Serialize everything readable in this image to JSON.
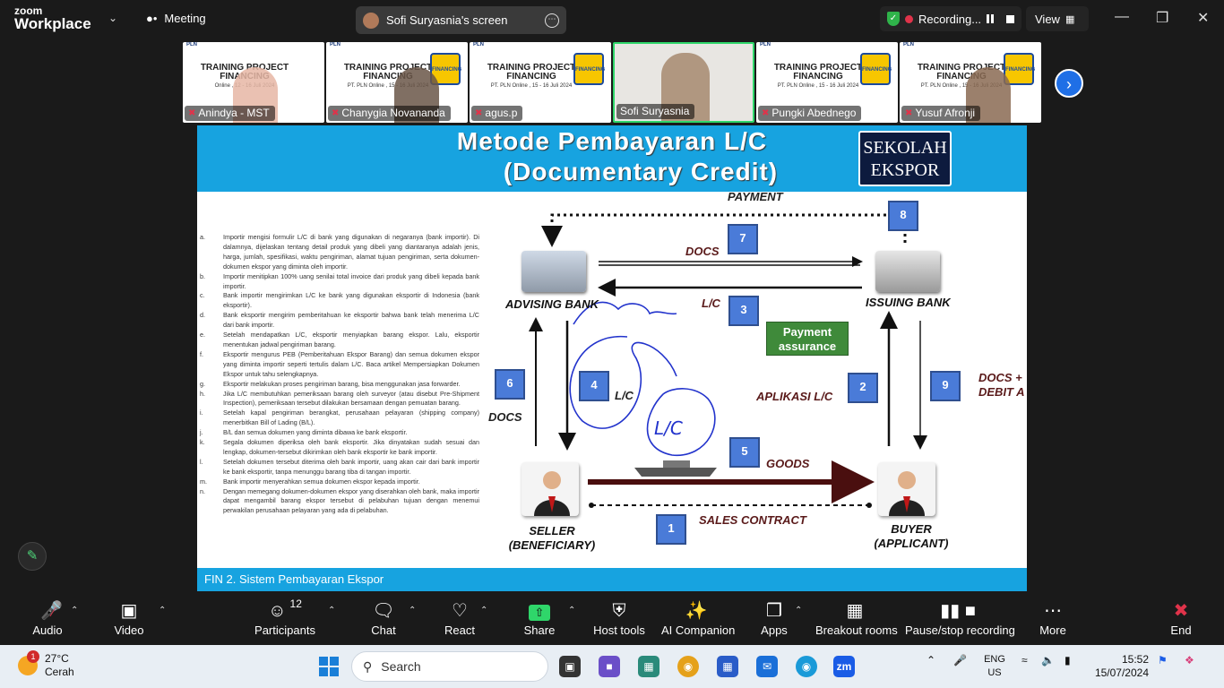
{
  "app": {
    "logo_top": "zoom",
    "logo_bottom": "Workplace",
    "meeting_label": "Meeting",
    "screen_share_label": "Sofi Suryasnia's screen",
    "recording_label": "Recording...",
    "view_label": "View"
  },
  "participants": [
    {
      "name": "Anindya - MST",
      "title": "TRAINING PROJECT FINANCING",
      "sub": "Online , 12 - 16 Juli 2024"
    },
    {
      "name": "Chanygia Novananda",
      "title": "TRAINING PROJECT FINANCING",
      "sub": "PT. PLN Online , 15 - 16 Juli 2024"
    },
    {
      "name": "agus.p",
      "title": "TRAINING PROJECT FINANCING",
      "sub": "PT. PLN Online , 15 - 16 Juli 2024"
    },
    {
      "name": "Sofi Suryasnia",
      "title": "",
      "sub": ""
    },
    {
      "name": "Pungki Abednego",
      "title": "TRAINING PROJECT FINANCING",
      "sub": "PT. PLN Online , 15 - 16 Juli 2024"
    },
    {
      "name": "Yusuf Afronji",
      "title": "TRAINING PROJECT FINANCING",
      "sub": "PT. PLN Online , 15 - 16 Juli 2024"
    }
  ],
  "thumb_banner": "PLN",
  "thumb_badge": "FINANCING",
  "slide": {
    "title_line1": "Metode Pembayaran  L/C",
    "title_line2": "(Documentary Credit)",
    "logo_line1": "SEKOLAH",
    "logo_line2": "EKSPOR",
    "footer": "FIN 2. Sistem Pembayaran Ekspor",
    "steps": [
      {
        "letter": "a.",
        "text": "Importir mengisi formulir L/C di bank yang digunakan di negaranya (bank importir). Di dalamnya, dijelaskan tentang detail produk yang dibeli yang diantaranya adalah jenis, harga, jumlah, spesifikasi, waktu pengiriman, alamat tujuan pengiriman, serta dokumen-dokumen ekspor yang diminta oleh importir."
      },
      {
        "letter": "b.",
        "text": "Importir menitipkan 100% uang senilai total invoice dari produk yang dibeli kepada bank importir."
      },
      {
        "letter": "c.",
        "text": "Bank importir mengirimkan L/C ke bank yang digunakan eksportir di Indonesia (bank eksportir)."
      },
      {
        "letter": "d.",
        "text": "Bank eksportir mengirim pemberitahuan ke eksportir bahwa bank telah menerima L/C dari bank importir."
      },
      {
        "letter": "e.",
        "text": "Setelah mendapatkan L/C, eksportir menyiapkan barang ekspor. Lalu, eksportir menentukan jadwal pengiriman barang."
      },
      {
        "letter": "f.",
        "text": "Eksportir mengurus PEB (Pemberitahuan Ekspor Barang) dan semua dokumen ekspor yang diminta importir seperti tertulis dalam L/C. Baca artikel Mempersiapkan Dokumen Ekspor untuk tahu selengkapnya."
      },
      {
        "letter": "g.",
        "text": "Eksportir melakukan proses pengiriman barang, bisa menggunakan jasa forwarder."
      },
      {
        "letter": "h.",
        "text": "Jika L/C membutuhkan pemeriksaan barang oleh surveyor (atau disebut Pre-Shipment Inspection), pemeriksaan tersebut dilakukan bersamaan dengan pemuatan barang."
      },
      {
        "letter": "i.",
        "text": "Setelah kapal pengiriman berangkat, perusahaan pelayaran (shipping company) menerbitkan Bill of Lading (B/L)."
      },
      {
        "letter": "j.",
        "text": "B/L dan semua dokumen yang diminta dibawa ke bank eksportir."
      },
      {
        "letter": "k.",
        "text": "Segala dokumen diperiksa oleh bank eksportir. Jika dinyatakan sudah sesuai dan lengkap, dokumen-tersebut dikirimkan oleh bank eksportir ke bank importir."
      },
      {
        "letter": "l.",
        "text": "Setelah dokumen tersebut diterima oleh bank importir, uang akan cair dari bank importir ke bank eksportir, tanpa menunggu barang tiba di tangan importir."
      },
      {
        "letter": "m.",
        "text": "Bank importir menyerahkan semua dokumen ekspor kepada importir."
      },
      {
        "letter": "n.",
        "text": "Dengan memegang dokumen-dokumen ekspor yang diserahkan oleh bank, maka importir dapat mengambil barang ekspor tersebut di pelabuhan tujuan dengan menemui perwakilan perusahaan pelayaran yang ada di pelabuhan."
      }
    ],
    "diagram": {
      "advising_bank": "ADVISING BANK",
      "issuing_bank": "ISSUING BANK",
      "seller_line1": "SELLER",
      "seller_line2": "(BENEFICIARY)",
      "buyer_line1": "BUYER",
      "buyer_line2": "(APPLICANT)",
      "payment": "PAYMENT",
      "docs_top": "DOCS",
      "lc_top": "L/C",
      "payment_assurance": "Payment assurance",
      "aplikasi_lc": "APLIKASI L/C",
      "docs_debit": "DOCS +",
      "docs_debit2": "DEBIT A",
      "docs_left": "DOCS",
      "lc_mid": "L/C",
      "goods": "GOODS",
      "sales_contract": "SALES CONTRACT",
      "numbers": [
        "1",
        "2",
        "3",
        "4",
        "5",
        "6",
        "7",
        "8",
        "9"
      ]
    }
  },
  "toolbar": {
    "audio": "Audio",
    "video": "Video",
    "participants": "Participants",
    "participants_count": "12",
    "chat": "Chat",
    "react": "React",
    "share": "Share",
    "host_tools": "Host tools",
    "ai_companion": "AI Companion",
    "apps": "Apps",
    "breakout_rooms": "Breakout rooms",
    "pause_recording": "Pause/stop recording",
    "more": "More",
    "end": "End"
  },
  "taskbar": {
    "temperature": "27°C",
    "weather": "Cerah",
    "weather_badge": "1",
    "search_placeholder": "Search",
    "lang1": "ENG",
    "lang2": "US",
    "time": "15:52",
    "date": "15/07/2024"
  }
}
